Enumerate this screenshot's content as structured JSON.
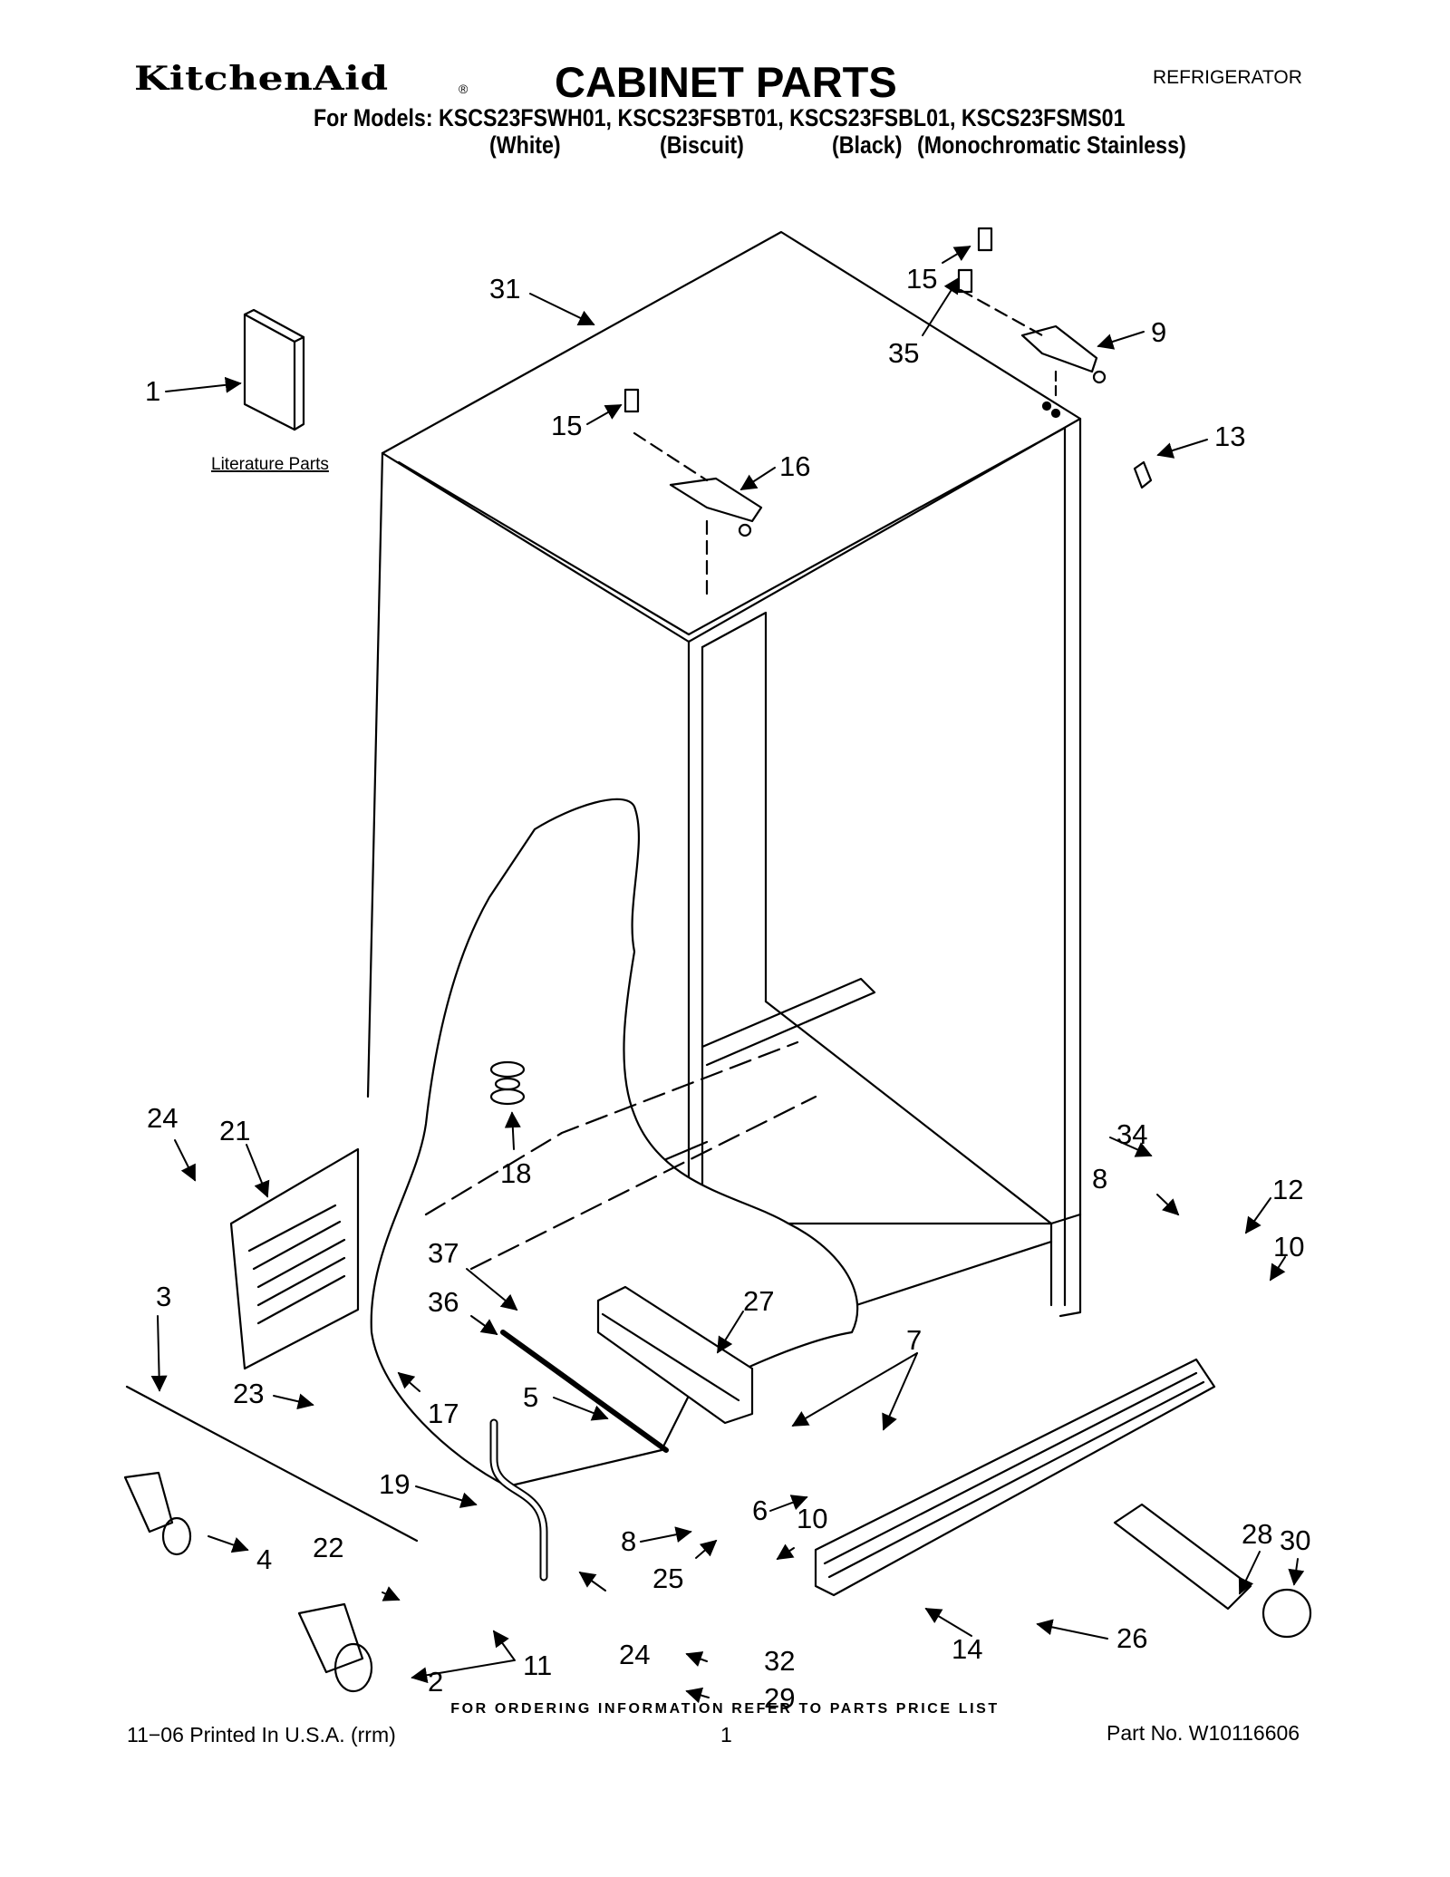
{
  "header": {
    "brand": "KitchenAid",
    "brand_mark": "®",
    "title": "CABINET PARTS",
    "category": "REFRIGERATOR",
    "models_line": "For Models: KSCS23FSWH01, KSCS23FSBT01, KSCS23FSBL01, KSCS23FSMS01",
    "variants": [
      "(White)",
      "(Biscuit)",
      "(Black)",
      "(Monochromatic Stainless)"
    ]
  },
  "diagram": {
    "literature_label": "Literature Parts",
    "callouts": [
      "1",
      "2",
      "3",
      "4",
      "5",
      "6",
      "7",
      "8",
      "8",
      "9",
      "10",
      "10",
      "11",
      "12",
      "13",
      "14",
      "15",
      "15",
      "16",
      "17",
      "18",
      "19",
      "21",
      "22",
      "23",
      "24",
      "24",
      "25",
      "26",
      "27",
      "28",
      "29",
      "30",
      "31",
      "32",
      "34",
      "35",
      "36",
      "37"
    ]
  },
  "footer": {
    "ordering_note": "FOR ORDERING INFORMATION REFER TO PARTS PRICE LIST",
    "print_info": "11−06 Printed In U.S.A. (rrm)",
    "page_number": "1",
    "part_number": "Part No. W10116606"
  }
}
